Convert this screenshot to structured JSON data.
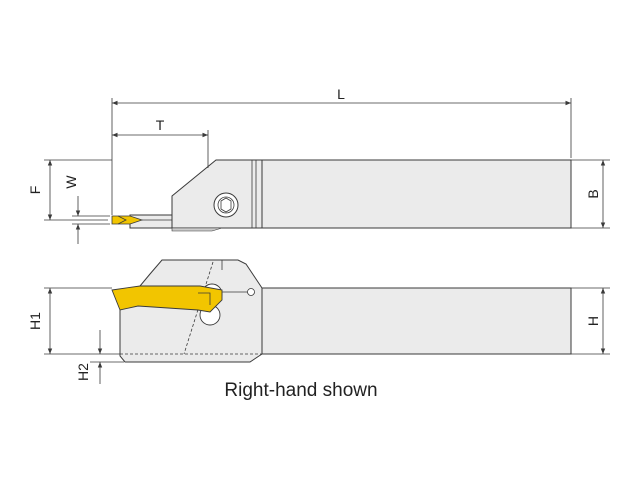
{
  "dimensions": {
    "L": "L",
    "T": "T",
    "F": "F",
    "W": "W",
    "B": "B",
    "H1": "H1",
    "H": "H",
    "H2": "H2"
  },
  "caption": "Right-hand shown",
  "colors": {
    "insert": "#f2c500",
    "body": "#ebebeb",
    "line": "#3a3a3a"
  }
}
